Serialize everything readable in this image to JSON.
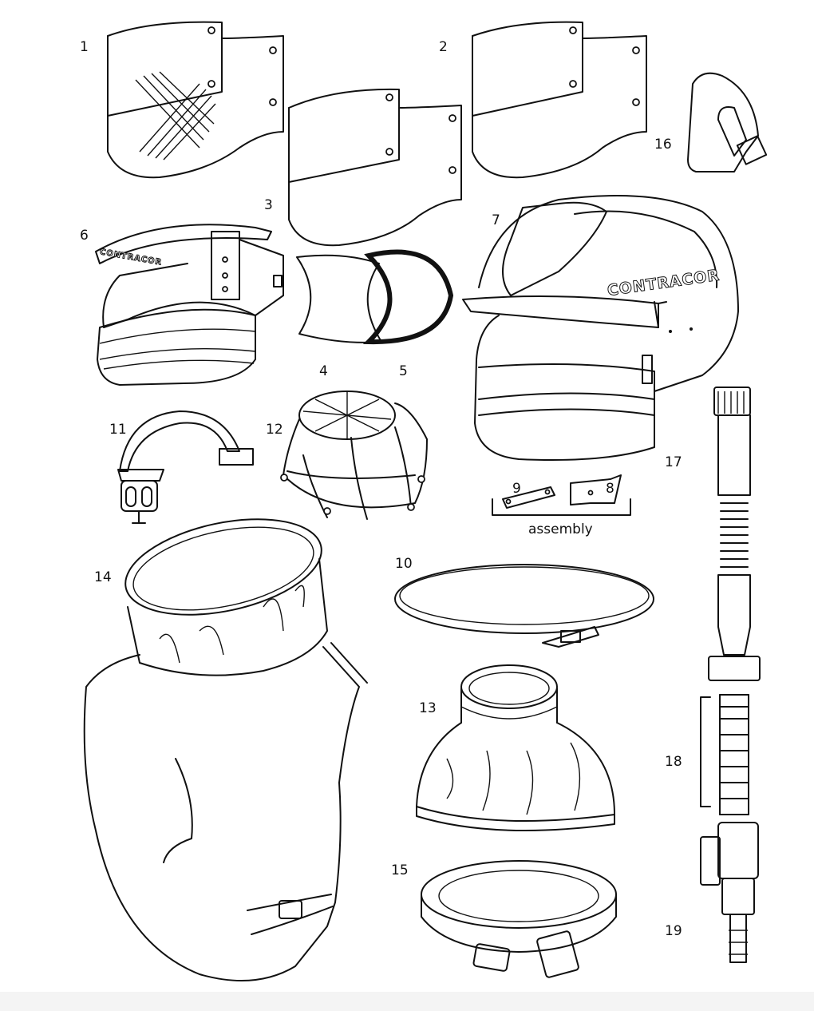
{
  "labels": {
    "p1": "1",
    "p2": "2",
    "p3": "3",
    "p4": "4",
    "p5": "5",
    "p6": "6",
    "p7": "7",
    "p8": "8",
    "p9": "9",
    "p10": "10",
    "p11": "11",
    "p12": "12",
    "p13": "13",
    "p14": "14",
    "p15": "15",
    "p16": "16",
    "p17": "17",
    "p18": "18",
    "p19": "19"
  },
  "assembly_label": "assembly",
  "brand": "CONTRACOR"
}
